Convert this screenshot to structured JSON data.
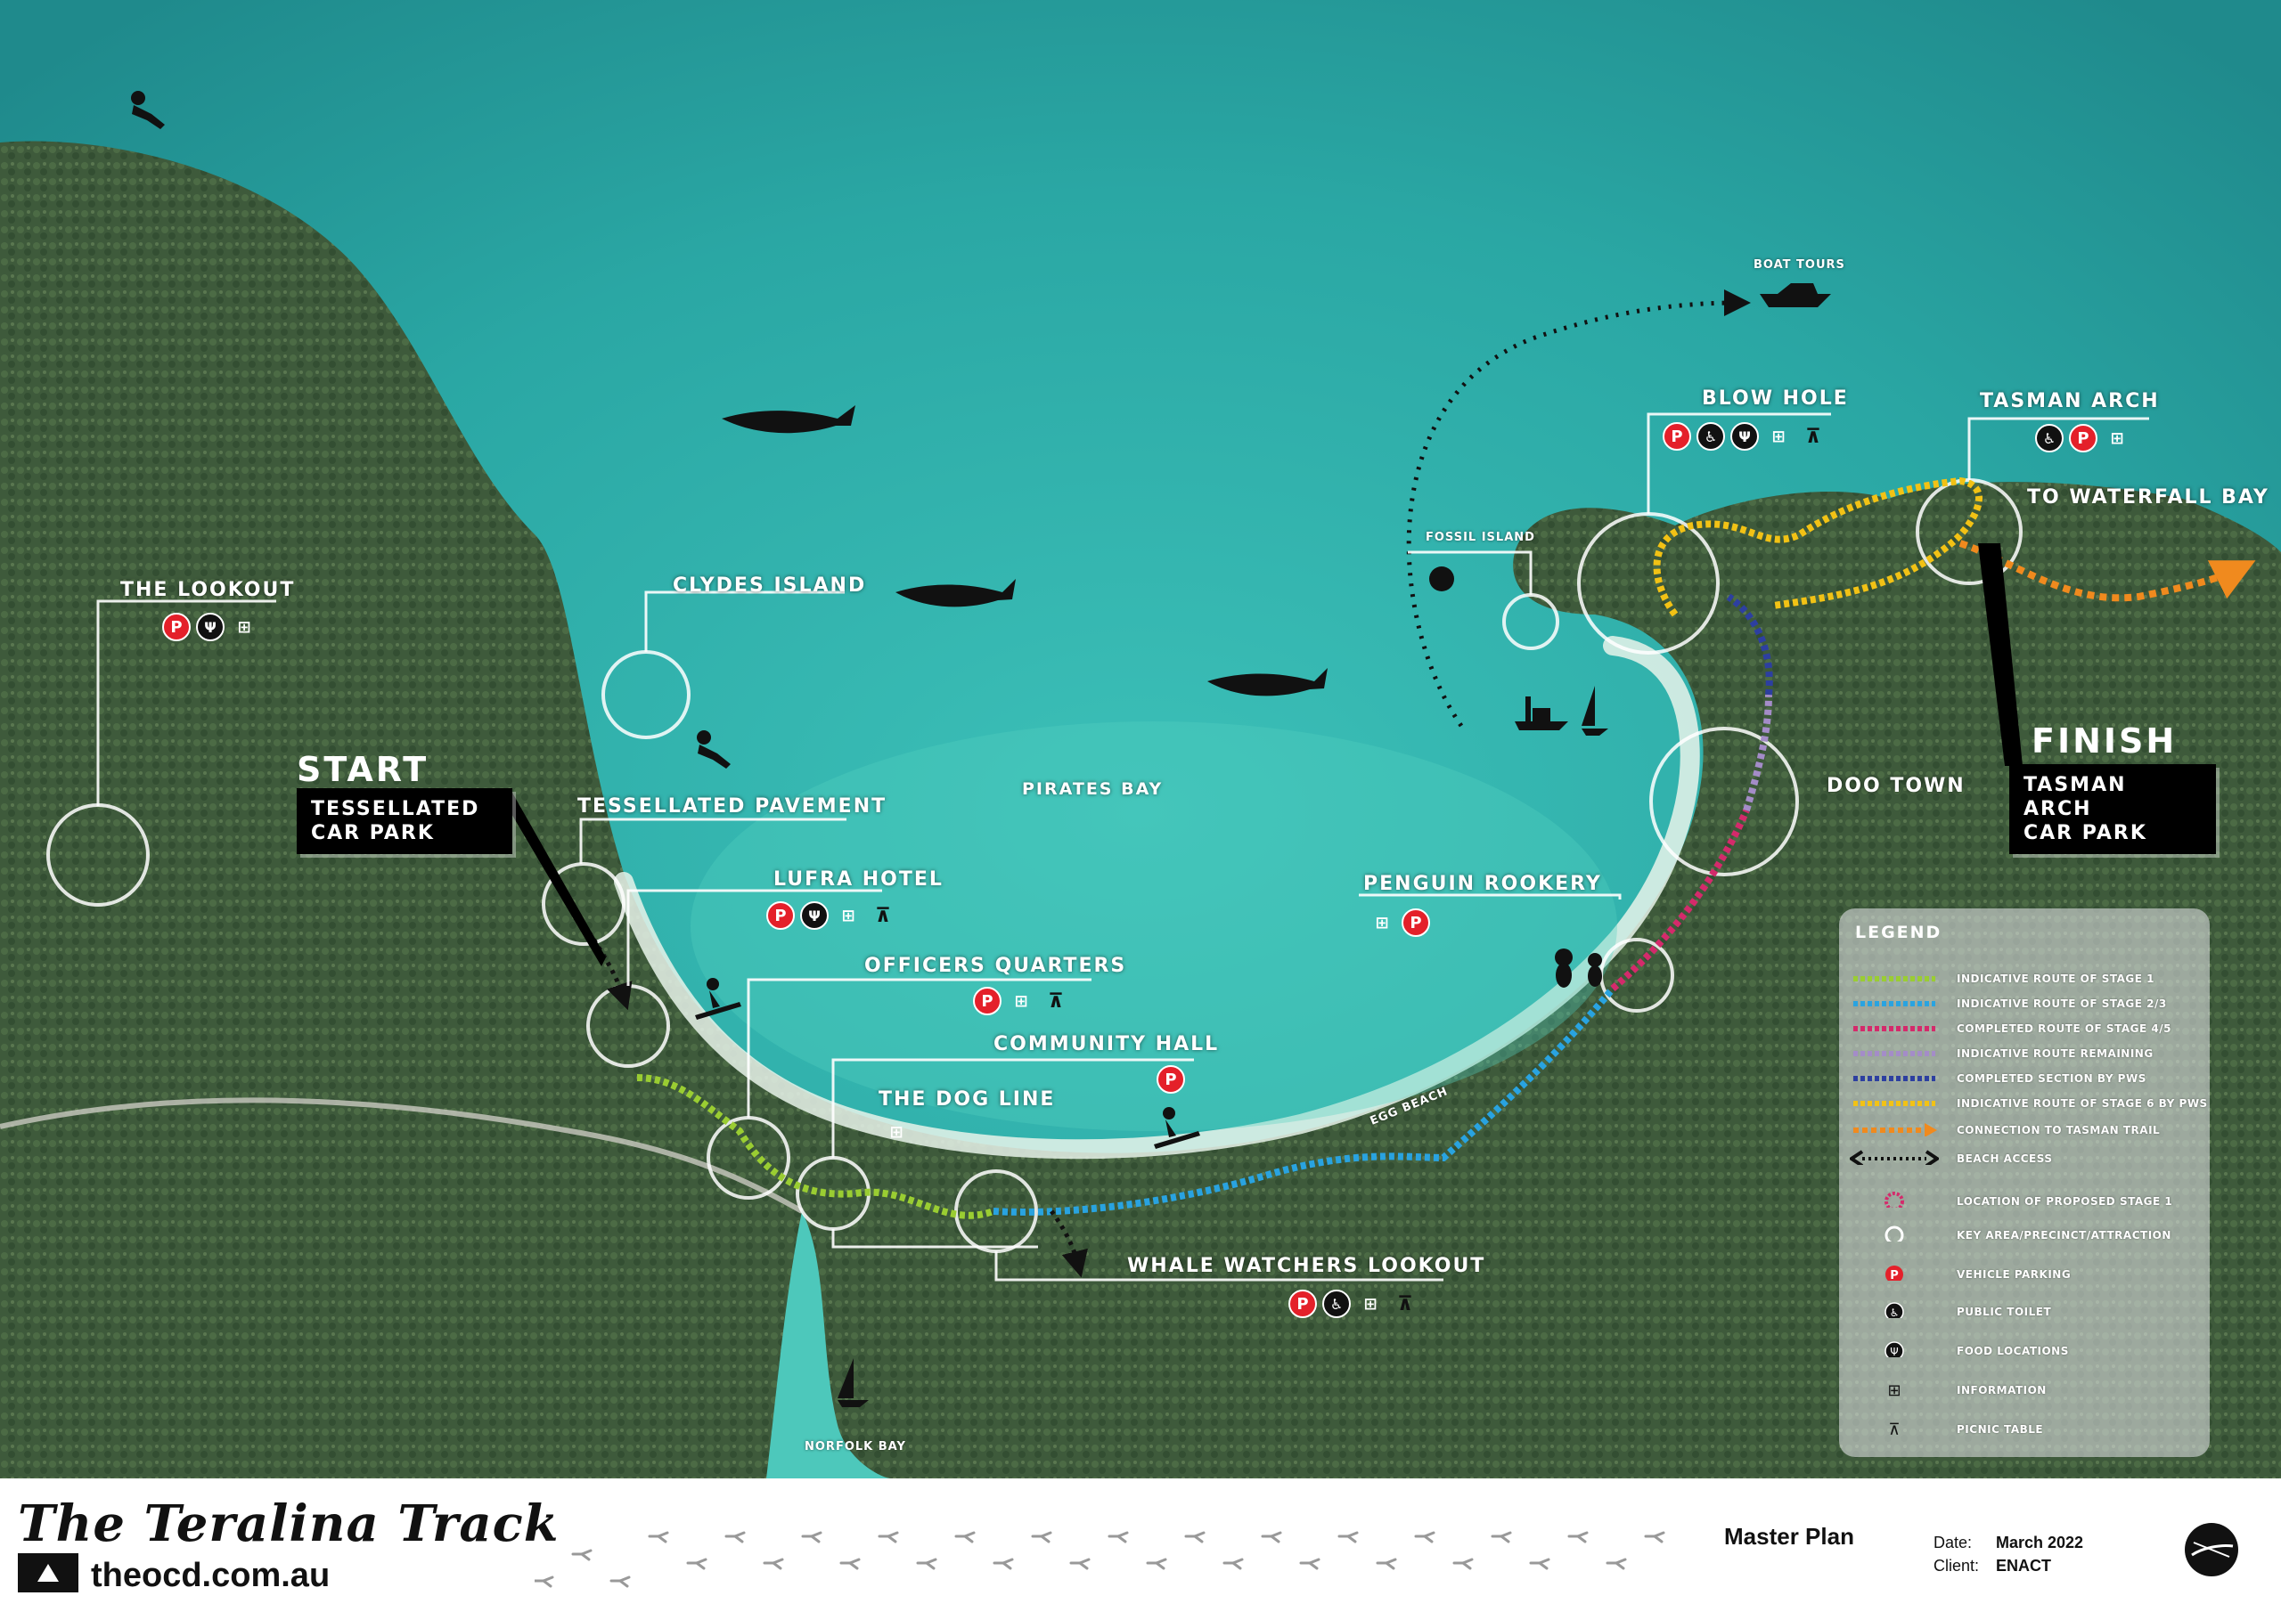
{
  "map": {
    "water_label": "PIRATES BAY",
    "start": {
      "title": "START",
      "box_line1": "TESSELLATED",
      "box_line2": "CAR PARK"
    },
    "finish": {
      "title": "FINISH",
      "box_line1": "TASMAN ARCH",
      "box_line2": "CAR PARK"
    },
    "small_labels": {
      "boat_tours": "BOAT TOURS",
      "fossil_island": "FOSSIL ISLAND",
      "egg_beach": "EGG BEACH",
      "norfolk_bay": "NORFOLK BAY"
    },
    "places": [
      {
        "id": "the-lookout",
        "label": "THE LOOKOUT",
        "icons": [
          "parking",
          "food",
          "information"
        ]
      },
      {
        "id": "clydes-island",
        "label": "CLYDES ISLAND",
        "icons": []
      },
      {
        "id": "tessellated-pavement",
        "label": "TESSELLATED PAVEMENT",
        "icons": []
      },
      {
        "id": "lufra-hotel",
        "label": "LUFRA HOTEL",
        "icons": [
          "parking",
          "food",
          "information",
          "picnic"
        ]
      },
      {
        "id": "officers-quarters",
        "label": "OFFICERS QUARTERS",
        "icons": [
          "parking",
          "information",
          "picnic"
        ]
      },
      {
        "id": "community-hall",
        "label": "COMMUNITY HALL",
        "icons": [
          "parking"
        ]
      },
      {
        "id": "the-dog-line",
        "label": "THE DOG LINE",
        "icons": [
          "information"
        ]
      },
      {
        "id": "whale-watchers-lookout",
        "label": "WHALE WATCHERS LOOKOUT",
        "icons": [
          "parking",
          "toilet",
          "information",
          "picnic"
        ]
      },
      {
        "id": "penguin-rookery",
        "label": "PENGUIN ROOKERY",
        "icons": [
          "information",
          "parking"
        ]
      },
      {
        "id": "doo-town",
        "label": "DOO TOWN",
        "icons": []
      },
      {
        "id": "blow-hole",
        "label": "BLOW HOLE",
        "icons": [
          "parking",
          "toilet",
          "food",
          "information",
          "picnic"
        ]
      },
      {
        "id": "tasman-arch",
        "label": "TASMAN ARCH",
        "icons": [
          "toilet",
          "parking",
          "information"
        ]
      },
      {
        "id": "to-waterfall-bay",
        "label": "TO WATERFALL BAY",
        "icons": []
      }
    ]
  },
  "icon_glyphs": {
    "parking": "P",
    "toilet": "♿",
    "food": "Ψ",
    "information": "⊞",
    "picnic": "⊼"
  },
  "legend": {
    "title": "LEGEND",
    "items": [
      {
        "label": "INDICATIVE ROUTE OF STAGE 1",
        "color": "#9acd32",
        "style": "dotted"
      },
      {
        "label": "INDICATIVE ROUTE OF STAGE 2/3",
        "color": "#29a3e0",
        "style": "dotted"
      },
      {
        "label": "COMPLETED ROUTE OF STAGE 4/5",
        "color": "#d42a6b",
        "style": "dotted"
      },
      {
        "label": "INDICATIVE ROUTE REMAINING",
        "color": "#a48cc8",
        "style": "dotted"
      },
      {
        "label": "COMPLETED SECTION BY PWS",
        "color": "#2d3fa0",
        "style": "dotted"
      },
      {
        "label": "INDICATIVE ROUTE OF STAGE 6 BY PWS",
        "color": "#f2c215",
        "style": "dotted"
      },
      {
        "label": "CONNECTION TO TASMAN TRAIL",
        "color": "#f08a1e",
        "style": "arrow"
      },
      {
        "label": "BEACH ACCESS",
        "color": "#111111",
        "style": "double-arrow"
      },
      {
        "label": "LOCATION OF PROPOSED STAGE 1",
        "color": "#d42a6b",
        "style": "ring-dotted"
      },
      {
        "label": "KEY AREA/PRECINCT/ATTRACTION",
        "color": "#ffffff",
        "style": "ring"
      },
      {
        "label": "VEHICLE PARKING",
        "color": "#e4202a",
        "style": "parking"
      },
      {
        "label": "PUBLIC TOILET",
        "color": "#111111",
        "style": "toilet"
      },
      {
        "label": "FOOD LOCATIONS",
        "color": "#111111",
        "style": "food"
      },
      {
        "label": "INFORMATION",
        "color": "#111111",
        "style": "information"
      },
      {
        "label": "PICNIC TABLE",
        "color": "#111111",
        "style": "picnic"
      }
    ]
  },
  "footer": {
    "title": "The Teralina Track",
    "url": "theocd.com.au",
    "plan": "Master Plan",
    "date_label": "Date:",
    "date_value": "March 2022",
    "client_label": "Client:",
    "client_value": "ENACT"
  },
  "colors": {
    "sea": "#2aa7a4",
    "land": "#3f5a3c",
    "beach": "#cfe6d9"
  }
}
